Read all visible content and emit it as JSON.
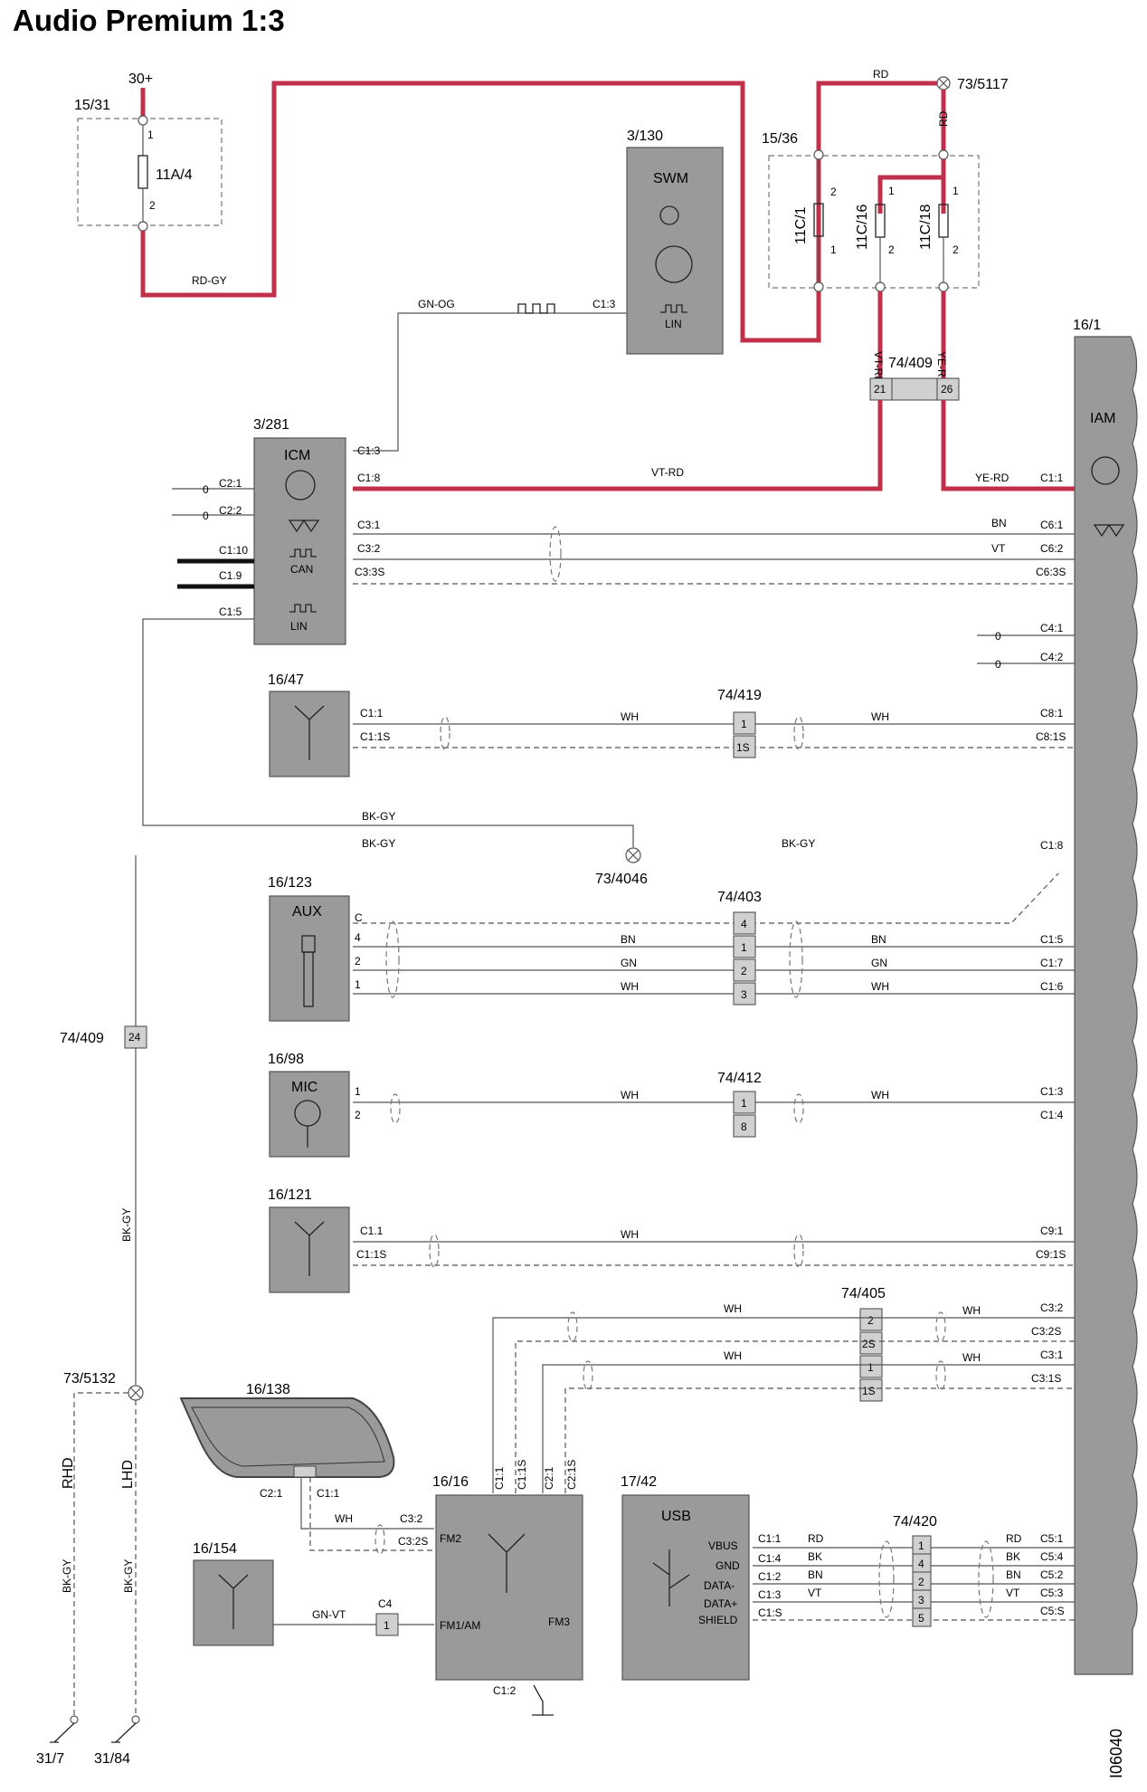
{
  "title": "Audio Premium 1:3",
  "sheet_id": "I06040",
  "components": {
    "c15_31": "15/31",
    "f11a4": "11A/4",
    "c30": "30+",
    "c3_130": "3/130",
    "swm": "SWM",
    "lin": "LIN",
    "c15_36": "15/36",
    "f11c1": "11C/1",
    "f11c16": "11C/16",
    "f11c18": "11C/18",
    "g73_5117": "73/5117",
    "c3_281": "3/281",
    "icm": "ICM",
    "can": "CAN",
    "c74_409": "74/409",
    "c16_1": "16/1",
    "iam": "IAM",
    "c16_47": "16/47",
    "c74_419": "74/419",
    "g73_4046": "73/4046",
    "c16_123": "16/123",
    "aux": "AUX",
    "c74_403": "74/403",
    "c16_98": "16/98",
    "mic": "MIC",
    "c74_412": "74/412",
    "c16_121": "16/121",
    "c74_405": "74/405",
    "g73_5132": "73/5132",
    "c16_138": "16/138",
    "c16_16": "16/16",
    "c16_154": "16/154",
    "c17_42": "17/42",
    "usb": "USB",
    "c74_420": "74/420",
    "g31_7": "31/7",
    "g31_84": "31/84"
  },
  "pins": {
    "p1": "1",
    "p2": "2",
    "p3": "3",
    "p4": "4",
    "p5": "5",
    "p8": "8",
    "p1s": "1S",
    "p2s": "2S",
    "p21": "21",
    "p26": "26",
    "p24": "24",
    "c11": "C1:1",
    "c11s": "C1:1S",
    "c12": "C1:2",
    "c13": "C1:3",
    "c14": "C1:4",
    "c15": "C1:5",
    "c16": "C1:6",
    "c17": "C1:7",
    "c18": "C1:8",
    "c19": "C1.9",
    "c110": "C1:10",
    "c1s": "C1:S",
    "c21": "C2:1",
    "c22": "C2:2",
    "c21s": "C2:1S",
    "c31": "C3:1",
    "c32": "C3:2",
    "c33s": "C3:3S",
    "c32s": "C3:2S",
    "c31s": "C3:1S",
    "c41": "C4:1",
    "c42": "C4:2",
    "c4": "C4",
    "c51": "C5:1",
    "c52": "C5:2",
    "c53": "C5:3",
    "c54": "C5:4",
    "c5s": "C5:S",
    "c61": "C6:1",
    "c62": "C6:2",
    "c63s": "C6:3S",
    "c81": "C8:1",
    "c81s": "C8:1S",
    "c91": "C9:1",
    "c91s": "C9:1S",
    "c11dot": "C1.1",
    "c16x": "C",
    "zero": "0"
  },
  "wires": {
    "rdgy": "RD-GY",
    "gnog": "GN-OG",
    "rd": "RD",
    "vtrd": "VT-RD",
    "yerd": "YE-RD",
    "bn": "BN",
    "vt": "VT",
    "wh": "WH",
    "gn": "GN",
    "bk": "BK",
    "bkgy": "BK-GY",
    "gnvt": "GN-VT"
  },
  "usb_pins": {
    "vbus": "VBUS",
    "gnd": "GND",
    "datam": "DATA-",
    "datap": "DATA+",
    "shield": "SHIELD"
  },
  "fm": {
    "fm2": "FM2",
    "fm1am": "FM1/AM",
    "fm3": "FM3"
  },
  "side": {
    "rhd": "RHD",
    "lhd": "LHD"
  },
  "colors": {
    "power_wire": "#c0304a",
    "component_fill": "#9a9a9a"
  }
}
